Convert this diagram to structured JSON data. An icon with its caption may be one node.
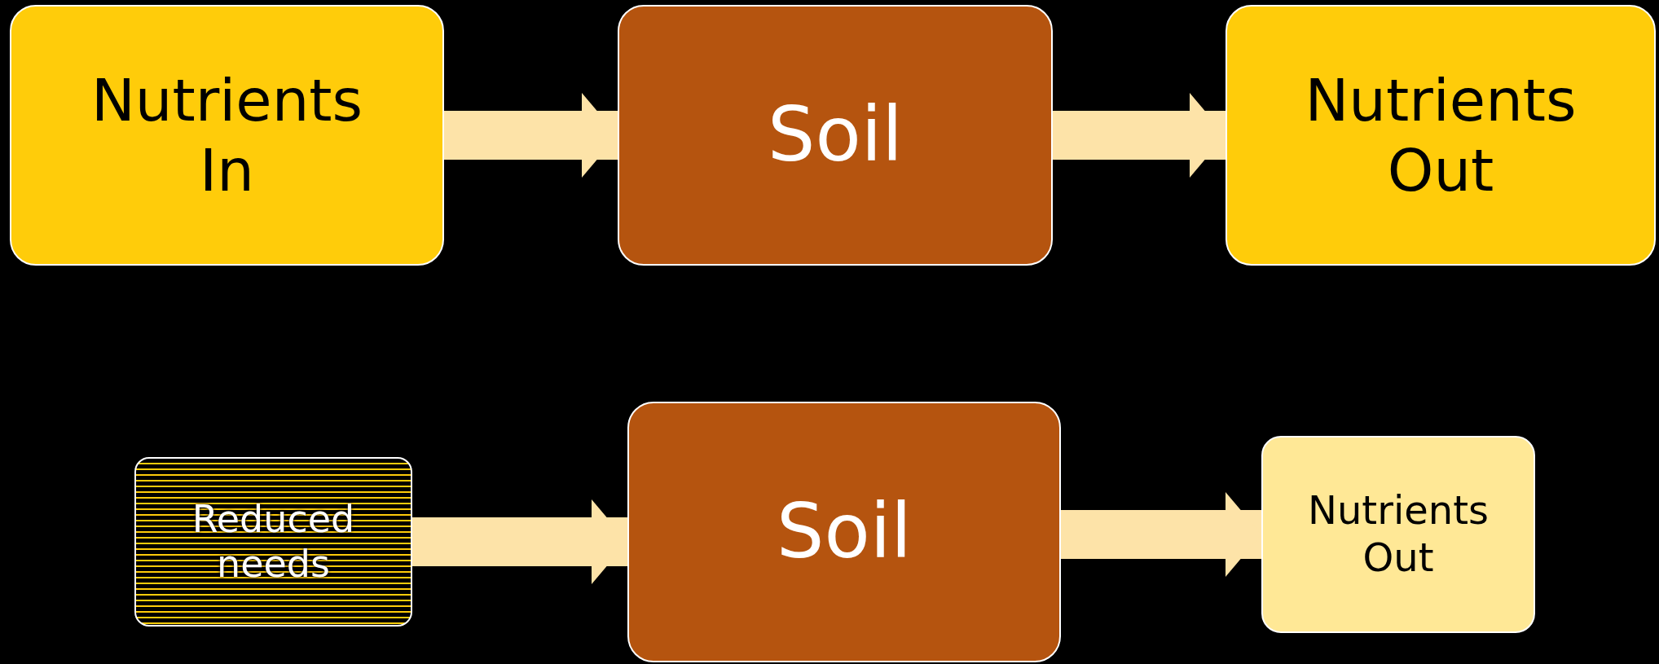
{
  "diagram": {
    "nodes": [
      {
        "text": [
          "Nutrients In"
        ]
      },
      {
        "text": [
          "Soil"
        ]
      },
      {
        "text": [
          "Nutrients Out"
        ]
      },
      {
        "text": [
          "Reduced needs"
        ]
      },
      {
        "text": [
          "Soil"
        ]
      },
      {
        "text": [
          "Nutrients Out"
        ]
      }
    ],
    "edges": [
      {
        "from": 0,
        "to": 1,
        "arrow": "to"
      },
      {
        "from": 1,
        "to": 2,
        "arrow": "to"
      },
      {
        "from": 3,
        "to": 4,
        "arrow": "to"
      },
      {
        "from": 4,
        "to": 5,
        "arrow": "to"
      }
    ]
  }
}
